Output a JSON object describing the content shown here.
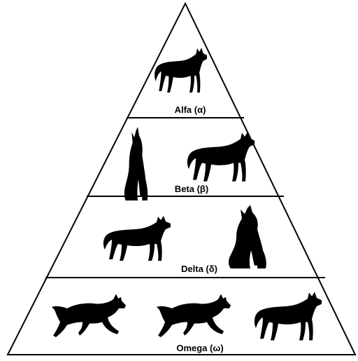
{
  "tiers": [
    {
      "label": "Alfa (α)"
    },
    {
      "label": "Beta (β)"
    },
    {
      "label": "Delta (δ)"
    },
    {
      "label": "Omega (ω)"
    }
  ],
  "colors": {
    "outline": "#000000",
    "silhouette": "#000000",
    "background": "#ffffff"
  },
  "icons": {
    "alfa": [
      "wolf-icon"
    ],
    "beta": [
      "wolf-icon",
      "wolf-icon"
    ],
    "delta": [
      "wolf-icon",
      "wolf-icon"
    ],
    "omega": [
      "wolf-icon",
      "wolf-icon",
      "wolf-icon"
    ]
  }
}
